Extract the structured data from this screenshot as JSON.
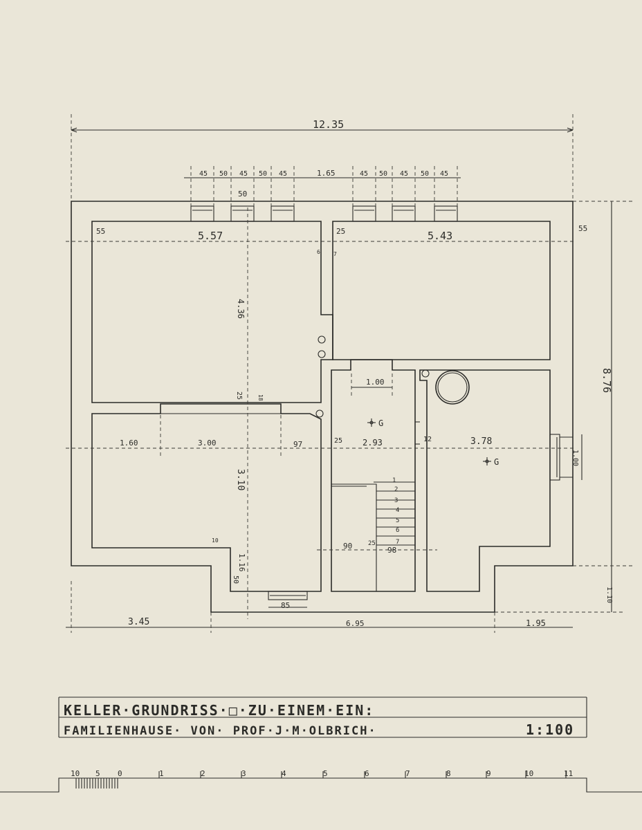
{
  "plan": {
    "overall_width": "12.35",
    "overall_depth": "8.76",
    "window_dims_top": [
      "45",
      "50",
      "45",
      "50",
      "45",
      "1.65",
      "45",
      "50",
      "45",
      "50",
      "45"
    ],
    "window_depth": "50",
    "room_nw_width": "5.57",
    "room_ne_width": "5.43",
    "room_nw_depth": "4.36",
    "wall_outer_left": "55",
    "wall_outer_right": "55",
    "wall_inner_25": "25",
    "inner_mark_a": "6",
    "inner_mark_b": "7",
    "hall_width": "1.00",
    "mid_25": "25",
    "mid_18": "18",
    "sw_dim_1": "1.60",
    "sw_dim_2": "3.00",
    "sw_dim_3": "97",
    "center_25": "25",
    "center_width": "2.93",
    "wall_12": "12",
    "se_width": "3.78",
    "side_door": "1.00",
    "sw_depth": "3.10",
    "sw_lower_depth": "1.16",
    "mark_10": "10",
    "mark_50": "50",
    "stair_90": "90",
    "stair_25": "25",
    "stair_98": "98",
    "stair_steps": [
      "1",
      "2",
      "3",
      "4",
      "5",
      "6",
      "7"
    ],
    "entry_width": "85",
    "bottom_left": "3.45",
    "bottom_mid": "6.95",
    "bottom_right": "1.95",
    "right_lower_depth": "1.10",
    "gas_label": "G"
  },
  "title_block": {
    "line1": "KELLER·GRUNDRISS·□·ZU·EINEM·EIN:",
    "line2": "FAMILIENHAUSE· VON· PROF·J·M·OLBRICH·",
    "scale": "1:100"
  },
  "scale_bar": {
    "labels": [
      "10",
      "5",
      "0",
      "1",
      "2",
      "3",
      "4",
      "5",
      "6",
      "7",
      "8",
      "9",
      "10",
      "11"
    ]
  }
}
